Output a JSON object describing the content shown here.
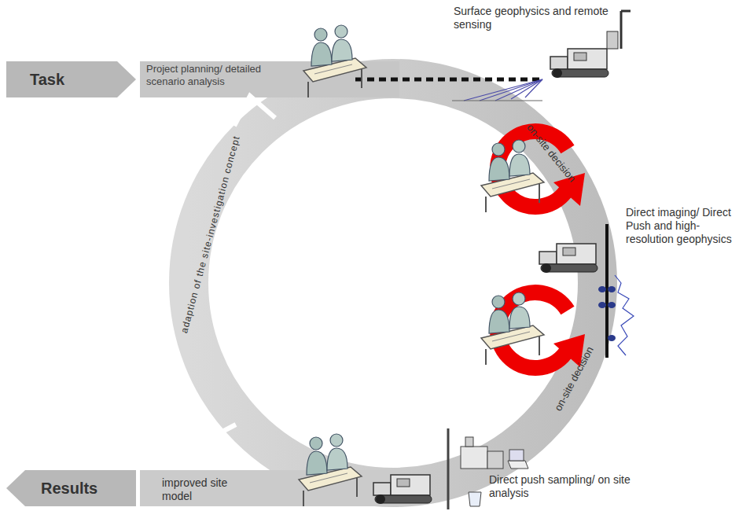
{
  "diagram": {
    "nodes": [
      {
        "text": [
          "Task"
        ]
      },
      {
        "text": [
          "Results"
        ]
      }
    ],
    "labels": [
      "Project planning/ detailed scenario analysis",
      "Surface geophysics and remote sensing",
      "on-site decision",
      "Direct imaging/ Direct Push and high-resolution geophysics",
      "on-site decision",
      "improved site model",
      "Direct push sampling/ on site analysis",
      "adaption of the site-investigation concept"
    ]
  }
}
